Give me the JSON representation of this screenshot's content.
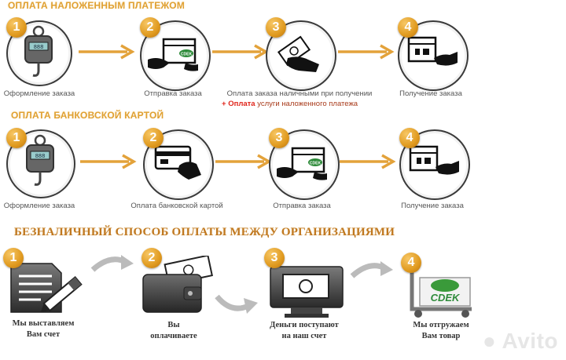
{
  "sections": [
    {
      "title": "ОПЛАТА НАЛОЖЕННЫМ ПЛАТЕЖОМ",
      "steps": [
        {
          "num": "1",
          "label": "Оформление заказа",
          "icon": "weighing-scale-icon"
        },
        {
          "num": "2",
          "label": "Отправка заказа",
          "icon": "parcel-delivery-icon"
        },
        {
          "num": "3",
          "label": "Оплата заказа наличными при получении",
          "icon": "cash-payment-icon"
        },
        {
          "num": "4",
          "label": "Получение заказа",
          "icon": "package-receive-icon"
        }
      ],
      "extra_plus": "+ ",
      "extra_accent": "Оплата",
      "extra_rest": " услуги наложенного платежа"
    },
    {
      "title": "ОПЛАТА БАНКОВСКОЙ КАРТОЙ",
      "steps": [
        {
          "num": "1",
          "label": "Оформление заказа",
          "icon": "weighing-scale-icon"
        },
        {
          "num": "2",
          "label": "Оплата банковской картой",
          "icon": "bank-card-icon"
        },
        {
          "num": "3",
          "label": "Отправка заказа",
          "icon": "parcel-delivery-icon"
        },
        {
          "num": "4",
          "label": "Получение заказа",
          "icon": "package-receive-icon"
        }
      ]
    },
    {
      "title": "БЕЗНАЛИЧНЫЙ СПОСОБ ОПЛАТЫ МЕЖДУ ОРГАНИЗАЦИЯМИ",
      "steps": [
        {
          "num": "1",
          "label1": "Мы выставляем",
          "label2": "Вам счет",
          "icon": "invoice-icon"
        },
        {
          "num": "2",
          "label1": "Вы",
          "label2": "оплачиваете",
          "icon": "wallet-icon"
        },
        {
          "num": "3",
          "label1": "Деньги поступают",
          "label2": "на наш счет",
          "icon": "monitor-money-icon"
        },
        {
          "num": "4",
          "label1": "Мы отгружаем",
          "label2": "Вам товар",
          "icon": "cart-cdek-icon"
        }
      ]
    }
  ],
  "brand": "CDEK",
  "watermark": "Avito",
  "colors": {
    "accent": "#e0a030",
    "arrow": "#e3a23a",
    "red": "#e0251b",
    "cdek_green": "#3a9a3a"
  }
}
